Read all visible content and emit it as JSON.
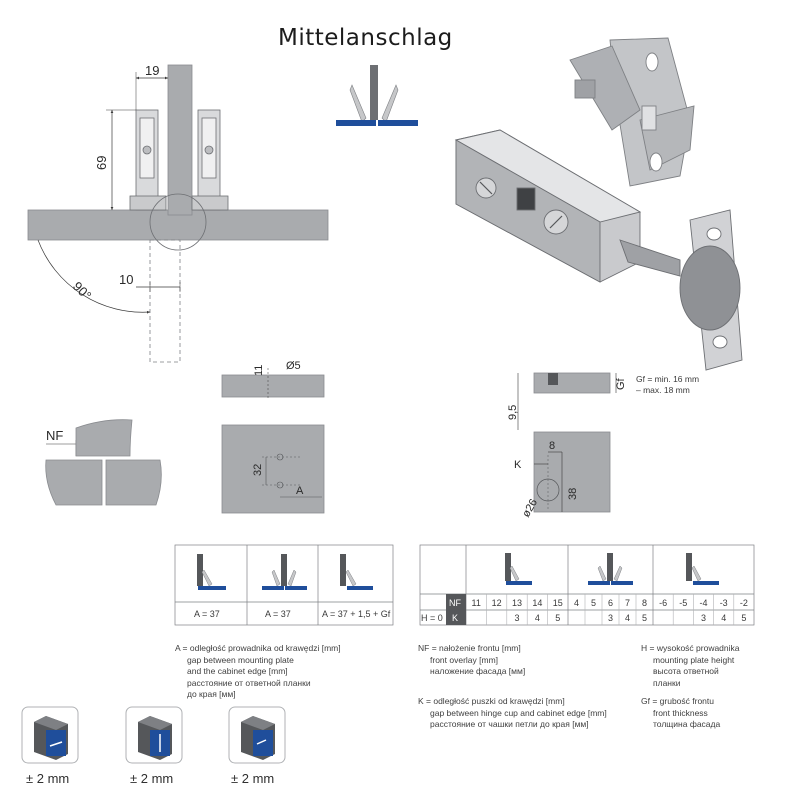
{
  "title": "Mittelanschlag",
  "colors": {
    "grey_panel": "#a9abae",
    "grey_dark": "#7e8084",
    "blue": "#1f4e9b",
    "line": "#8a8c90"
  },
  "main_drawing": {
    "dim_width": "19",
    "dim_height": "69",
    "dim_gap": "10",
    "dim_angle": "90°"
  },
  "nf_diagram": {
    "label": "NF"
  },
  "plate_drilling": {
    "dim_hole": "Ø5",
    "dim_depth": "11",
    "dim_spacing": "32",
    "dim_a": "A"
  },
  "cup_drilling": {
    "dim_8": "8",
    "dim_k": "K",
    "dim_38": "38",
    "dim_26": "ø26",
    "dim_95": "9,5",
    "dim_gf": "Gf",
    "gf_note_line1": "Gf = min. 16 mm",
    "gf_note_line2": "– max. 18 mm"
  },
  "table_a": {
    "cells": [
      "A = 37",
      "A = 37",
      "A = 37 + 1,5 + Gf"
    ],
    "icons": [
      "full-overlay-icon",
      "half-overlay-icon",
      "inset-icon"
    ]
  },
  "table_nf": {
    "row_nf_label": "NF",
    "row_h_label": "H = 0",
    "row_k_label": "K",
    "nf_values": [
      "11",
      "12",
      "13",
      "14",
      "15",
      "4",
      "5",
      "6",
      "7",
      "8",
      "-6",
      "-5",
      "-4",
      "-3",
      "-2"
    ],
    "k_values": [
      "",
      "",
      "3",
      "4",
      "5",
      "",
      "",
      "3",
      "4",
      "5",
      "",
      "",
      "3",
      "4",
      "5"
    ]
  },
  "legend_a": {
    "head": "A = odległość prowadnika od krawędzi [mm]",
    "lines": [
      "gap between mounting plate",
      "and the cabinet edge [mm]",
      "расстояние от ответной планки",
      "до края [мм]"
    ]
  },
  "legend_nf": {
    "head": "NF = nałożenie frontu [mm]",
    "lines": [
      "front overlay [mm]",
      "наложение фасада [мм]"
    ]
  },
  "legend_k": {
    "head": "K = odległość puszki od krawędzi [mm]",
    "lines": [
      "gap between hinge cup and cabinet edge [mm]",
      "расстояние от чашки петли до края [мм]"
    ]
  },
  "legend_h": {
    "head": "H = wysokość prowadnika",
    "lines": [
      "mounting plate height",
      "высота ответной",
      "планки"
    ]
  },
  "legend_gf": {
    "head": "Gf = grubość frontu",
    "lines": [
      "front thickness",
      "толщина фасада"
    ]
  },
  "adjustments": [
    {
      "label": "± 2 mm",
      "icon": "horizontal-adjust-icon"
    },
    {
      "label": "± 2 mm",
      "icon": "vertical-adjust-icon"
    },
    {
      "label": "± 2 mm",
      "icon": "depth-adjust-icon"
    }
  ]
}
